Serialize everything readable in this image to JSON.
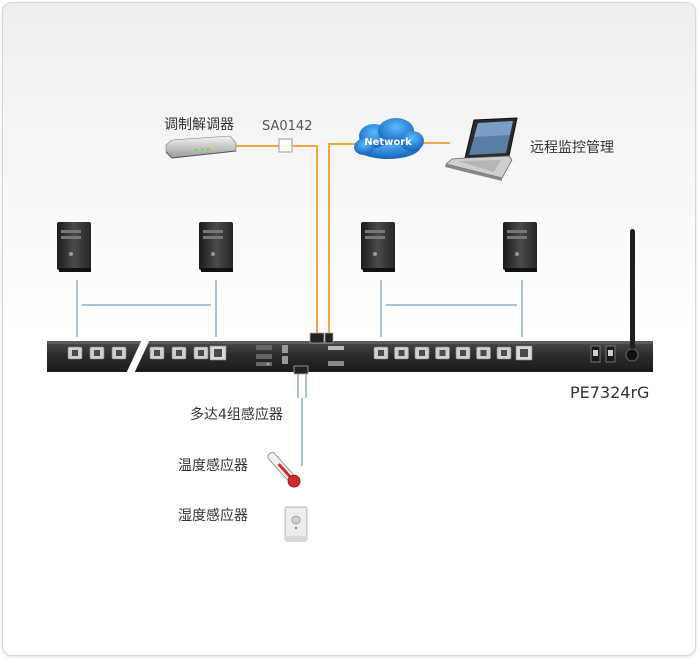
{
  "labels": {
    "modem": "调制解调器",
    "adapter": "SA0142",
    "network": "Network",
    "remote": "远程监控管理",
    "model": "PE7324rG",
    "sensors": "多达4组感应器",
    "temp": "温度感应器",
    "humid": "湿度感应器"
  },
  "colors": {
    "power_line": "#a9c3d6",
    "network_line": "#f2a544",
    "sensor_line": "#a9c3d6",
    "cloud": "#1e7fd6",
    "pdu_body": "#2e2e2e",
    "outlet": "#cfcfcf"
  }
}
